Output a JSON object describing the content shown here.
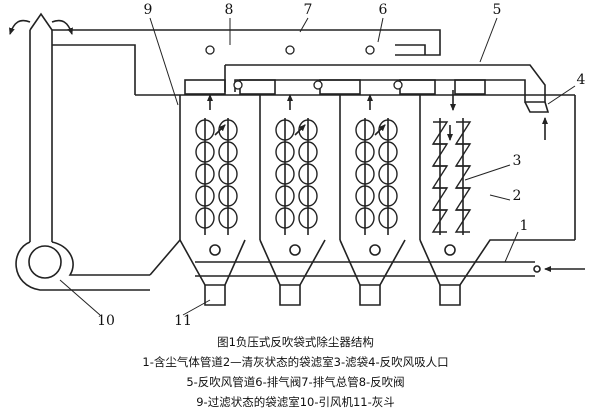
{
  "caption": {
    "title": "图1负压式反吹袋式除尘器结构",
    "line1": "1-含尘气体管道2—清灰状态的袋滤室3-滤袋4-反吹风吸人口",
    "line2": "5-反吹风管道6-排气阀7-排气总管8-反吹阀",
    "line3": "9-过滤状态的袋滤室10-引风机11-灰斗"
  },
  "labels": {
    "n1": "1",
    "n2": "2",
    "n3": "3",
    "n4": "4",
    "n5": "5",
    "n6": "6",
    "n7": "7",
    "n8": "8",
    "n9": "9",
    "n10": "10",
    "n11": "11"
  },
  "colors": {
    "line": "#222222",
    "background": "#ffffff"
  }
}
